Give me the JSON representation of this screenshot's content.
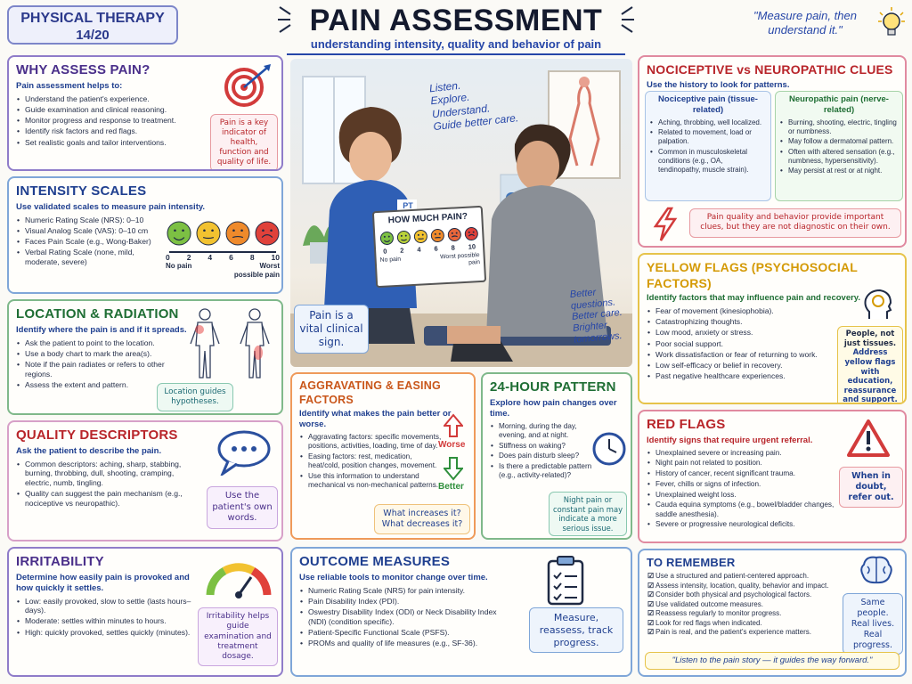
{
  "header": {
    "badge_title": "PHYSICAL THERAPY",
    "badge_number": "14/20",
    "title": "PAIN ASSESSMENT",
    "subtitle": "understanding intensity, quality and behavior of pain",
    "quote": "\"Measure pain, then understand it.\""
  },
  "illustration": {
    "speech": [
      "Listen.",
      "Explore.",
      "Understand.",
      "Guide better care."
    ],
    "card_title": "HOW MUCH PAIN?",
    "card_ticks": [
      "0",
      "2",
      "4",
      "6",
      "8",
      "10"
    ],
    "card_low": "No pain",
    "card_high": "Worst possible pain",
    "shirt_label": "PT",
    "vital_sign": "Pain is a vital clinical sign.",
    "better": [
      "Better",
      "questions.",
      "Better care.",
      "Brighter",
      "tomorrows."
    ]
  },
  "why": {
    "title": "WHY ASSESS PAIN?",
    "sub": "Pain assessment helps to:",
    "items": [
      "Understand the patient's experience.",
      "Guide examination and clinical reasoning.",
      "Monitor progress and response to treatment.",
      "Identify risk factors and red flags.",
      "Set realistic goals and tailor interventions."
    ],
    "note": "Pain is a key indicator of health, function and quality of life."
  },
  "intensity": {
    "title": "INTENSITY SCALES",
    "sub": "Use validated scales to measure pain intensity.",
    "items": [
      "Numeric Rating Scale (NRS): 0–10",
      "Visual Analog Scale (VAS): 0–10 cm",
      "Faces Pain Scale (e.g., Wong-Baker)",
      "Verbal Rating Scale (none, mild, moderate, severe)"
    ],
    "ticks": [
      "0",
      "2",
      "4",
      "6",
      "8",
      "10"
    ],
    "low": "No pain",
    "high": "Worst possible pain",
    "face_colors": [
      "#7cc043",
      "#f2c230",
      "#ef8a2b",
      "#e0413a"
    ]
  },
  "location": {
    "title": "LOCATION & RADIATION",
    "sub": "Identify where the pain is and if it spreads.",
    "items": [
      "Ask the patient to point to the location.",
      "Use a body chart to mark the area(s).",
      "Note if the pain radiates or refers to other regions.",
      "Assess the extent and pattern."
    ],
    "note": "Location guides hypotheses."
  },
  "quality": {
    "title": "QUALITY DESCRIPTORS",
    "sub": "Ask the patient to describe the pain.",
    "items": [
      "Common descriptors: aching, sharp, stabbing, burning, throbbing, dull, shooting, cramping, electric, numb, tingling.",
      "Quality can suggest the pain mechanism (e.g., nociceptive vs neuropathic)."
    ],
    "note": "Use the patient's own words."
  },
  "irritability": {
    "title": "IRRITABILITY",
    "sub": "Determine how easily pain is provoked and how quickly it settles.",
    "items": [
      "Low: easily provoked, slow to settle (lasts hours–days).",
      "Moderate: settles within minutes to hours.",
      "High: quickly provoked, settles quickly (minutes)."
    ],
    "note": "Irritability helps guide examination and treatment dosage."
  },
  "aggravating": {
    "title": "AGGRAVATING & EASING FACTORS",
    "sub": "Identify what makes the pain better or worse.",
    "items": [
      "Aggravating factors: specific movements, positions, activities, loading, time of day.",
      "Easing factors: rest, medication, heat/cold, position changes, movement.",
      "Use this information to understand mechanical vs non-mechanical patterns."
    ],
    "worse": "Worse",
    "better": "Better",
    "note": "What increases it? What decreases it?"
  },
  "pattern24": {
    "title": "24-HOUR PATTERN",
    "sub": "Explore how pain changes over time.",
    "items": [
      "Morning, during the day, evening, and at night.",
      "Stiffness on waking?",
      "Does pain disturb sleep?",
      "Is there a predictable pattern (e.g., activity-related)?"
    ],
    "note": "Night pain or constant pain may indicate a more serious issue."
  },
  "outcome": {
    "title": "OUTCOME MEASURES",
    "sub": "Use reliable tools to monitor change over time.",
    "items": [
      "Numeric Rating Scale (NRS) for pain intensity.",
      "Pain Disability Index (PDI).",
      "Oswestry Disability Index (ODI) or Neck Disability Index (NDI) (condition specific).",
      "Patient-Specific Functional Scale (PSFS).",
      "PROMs and quality of life measures (e.g., SF-36)."
    ],
    "note": "Measure, reassess, track progress."
  },
  "nocineuro": {
    "title": "NOCICEPTIVE vs NEUROPATHIC CLUES",
    "sub": "Use the history to look for patterns.",
    "noci_title": "Nociceptive pain (tissue-related)",
    "noci_items": [
      "Aching, throbbing, well localized.",
      "Related to movement, load or palpation.",
      "Common in musculoskeletal conditions (e.g., OA, tendinopathy, muscle strain)."
    ],
    "neuro_title": "Neuropathic pain (nerve-related)",
    "neuro_items": [
      "Burning, shooting, electric, tingling or numbness.",
      "May follow a dermatomal pattern.",
      "Often with altered sensation (e.g., numbness, hypersensitivity).",
      "May persist at rest or at night."
    ],
    "note": "Pain quality and behavior provide important clues, but they are not diagnostic on their own."
  },
  "yellow": {
    "title": "YELLOW FLAGS (PSYCHOSOCIAL FACTORS)",
    "sub": "Identify factors that may influence pain and recovery.",
    "items": [
      "Fear of movement (kinesiophobia).",
      "Catastrophizing thoughts.",
      "Low mood, anxiety or stress.",
      "Poor social support.",
      "Work dissatisfaction or fear of returning to work.",
      "Low self-efficacy or belief in recovery.",
      "Past negative healthcare experiences."
    ],
    "note_head": "People, not just tissues.",
    "note_body": "Address yellow flags with education, reassurance and support."
  },
  "redflags": {
    "title": "RED FLAGS",
    "sub": "Identify signs that require urgent referral.",
    "items": [
      "Unexplained severe or increasing pain.",
      "Night pain not related to position.",
      "History of cancer, recent significant trauma.",
      "Fever, chills or signs of infection.",
      "Unexplained weight loss.",
      "Cauda equina symptoms (e.g., bowel/bladder changes, saddle anesthesia).",
      "Severe or progressive neurological deficits."
    ],
    "note": "When in doubt, refer out."
  },
  "remember": {
    "title": "TO REMEMBER",
    "items": [
      "Use a structured and patient-centered approach.",
      "Assess intensity, location, quality, behavior and impact.",
      "Consider both physical and psychological factors.",
      "Use validated outcome measures.",
      "Reassess regularly to monitor progress.",
      "Look for red flags when indicated.",
      "Pain is real, and the patient's experience matters."
    ],
    "note": "Same people. Real lives. Real progress.",
    "footer": "\"Listen to the pain story — it guides the way forward.\""
  }
}
